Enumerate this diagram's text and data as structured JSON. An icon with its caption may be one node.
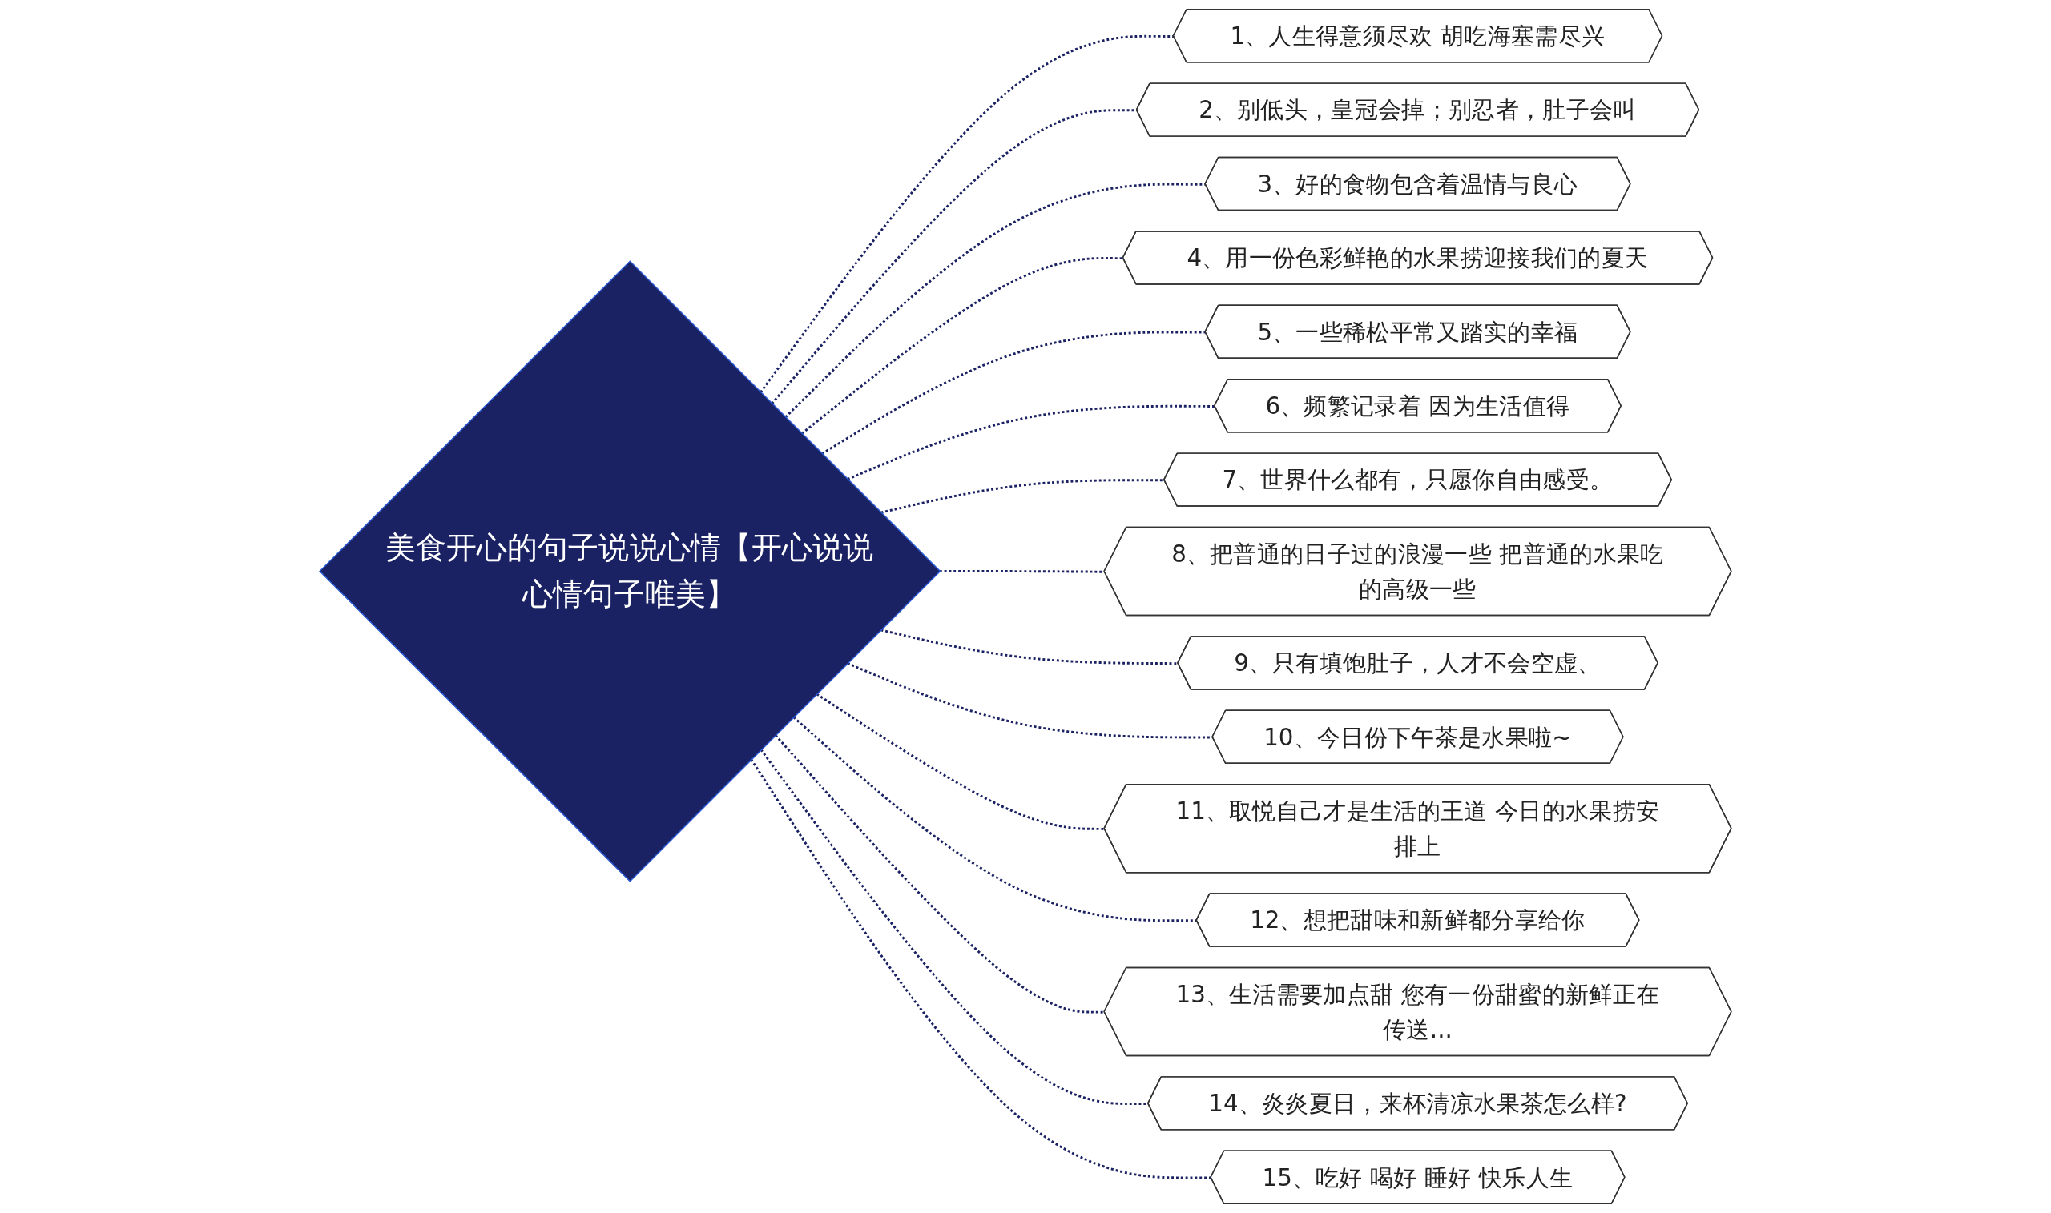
{
  "diagram": {
    "nodes": [
      {
        "text": [
          "美食开心的句子说说心情【开心说说心情句子唯美】"
        ]
      },
      {
        "text": [
          "1、人生得意须尽欢 胡吃海塞需尽兴"
        ]
      },
      {
        "text": [
          "2、别低头，皇冠会掉；别忍者，肚子会叫"
        ]
      },
      {
        "text": [
          "3、好的食物包含着温情与良心"
        ]
      },
      {
        "text": [
          "4、用一份色彩鲜艳的水果捞迎接我们的夏天"
        ]
      },
      {
        "text": [
          "5、一些稀松平常又踏实的幸福"
        ]
      },
      {
        "text": [
          "6、频繁记录着 因为生活值得"
        ]
      },
      {
        "text": [
          "7、世界什么都有，只愿你自由感受。"
        ]
      },
      {
        "text": [
          "8、把普通的日子过的浪漫一些 把普通的水果吃的高级一些"
        ]
      },
      {
        "text": [
          "9、只有填饱肚子，人才不会空虚、"
        ]
      },
      {
        "text": [
          "10、今日份下午茶是水果啦~"
        ]
      },
      {
        "text": [
          "11、取悦自己才是生活的王道 今日的水果捞安排上"
        ]
      },
      {
        "text": [
          "12、想把甜味和新鲜都分享给你"
        ]
      },
      {
        "text": [
          "13、生活需要加点甜 您有一份甜蜜的新鲜正在传送..."
        ]
      },
      {
        "text": [
          "14、炎炎夏日，来杯清凉水果茶怎么样?"
        ]
      },
      {
        "text": [
          "15、吃好 喝好 睡好 快乐人生"
        ]
      }
    ],
    "edges": [
      {
        "from": 0,
        "to": 1,
        "arrow": "none",
        "style": "dashed"
      },
      {
        "from": 0,
        "to": 2,
        "arrow": "none",
        "style": "dashed"
      },
      {
        "from": 0,
        "to": 3,
        "arrow": "none",
        "style": "dashed"
      },
      {
        "from": 0,
        "to": 4,
        "arrow": "none",
        "style": "dashed"
      },
      {
        "from": 0,
        "to": 5,
        "arrow": "none",
        "style": "dashed"
      },
      {
        "from": 0,
        "to": 6,
        "arrow": "none",
        "style": "dashed"
      },
      {
        "from": 0,
        "to": 7,
        "arrow": "none",
        "style": "dashed"
      },
      {
        "from": 0,
        "to": 8,
        "arrow": "none",
        "style": "dashed"
      },
      {
        "from": 0,
        "to": 9,
        "arrow": "none",
        "style": "dashed"
      },
      {
        "from": 0,
        "to": 10,
        "arrow": "none",
        "style": "dashed"
      },
      {
        "from": 0,
        "to": 11,
        "arrow": "none",
        "style": "dashed"
      },
      {
        "from": 0,
        "to": 12,
        "arrow": "none",
        "style": "dashed"
      },
      {
        "from": 0,
        "to": 13,
        "arrow": "none",
        "style": "dashed"
      },
      {
        "from": 0,
        "to": 14,
        "arrow": "none",
        "style": "dashed"
      },
      {
        "from": 0,
        "to": 15,
        "arrow": "none",
        "style": "dashed"
      }
    ]
  }
}
